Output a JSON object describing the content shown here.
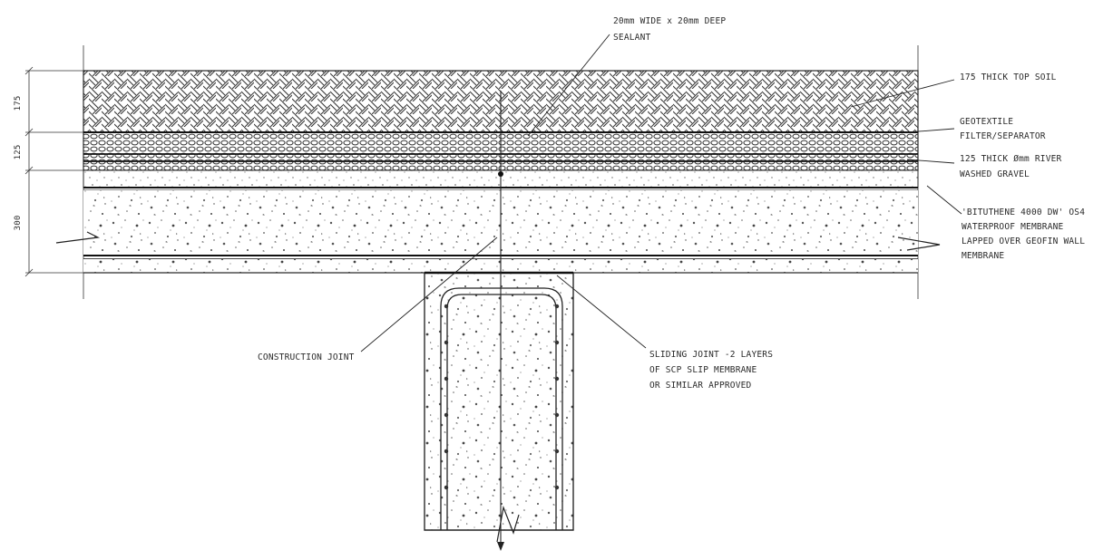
{
  "labels": {
    "sealant_line1": "20mm WIDE x 20mm DEEP",
    "sealant_line2": "SEALANT",
    "topsoil": "175 THICK TOP SOIL",
    "geotextile_line1": "GEOTEXTILE",
    "geotextile_line2": "FILTER/SEPARATOR",
    "gravel_line1": "125 THICK Ømm RIVER",
    "gravel_line2": "WASHED GRAVEL",
    "membrane_line1": "'BITUTHENE 4000 DW' OS4",
    "membrane_line2": "WATERPROOF MEMBRANE",
    "membrane_line3": "LAPPED OVER GEOFIN WALL",
    "membrane_line4": "MEMBRANE",
    "construction_joint": "CONSTRUCTION JOINT",
    "sliding_line1": "SLIDING JOINT -2 LAYERS",
    "sliding_line2": "OF SCP SLIP MEMBRANE",
    "sliding_line3": "OR SIMILAR APPROVED"
  },
  "dimensions": {
    "topsoil": "175",
    "gravel": "125",
    "slab": "300"
  },
  "colors": {
    "line": "#2a2a2a",
    "background": "#ffffff"
  }
}
